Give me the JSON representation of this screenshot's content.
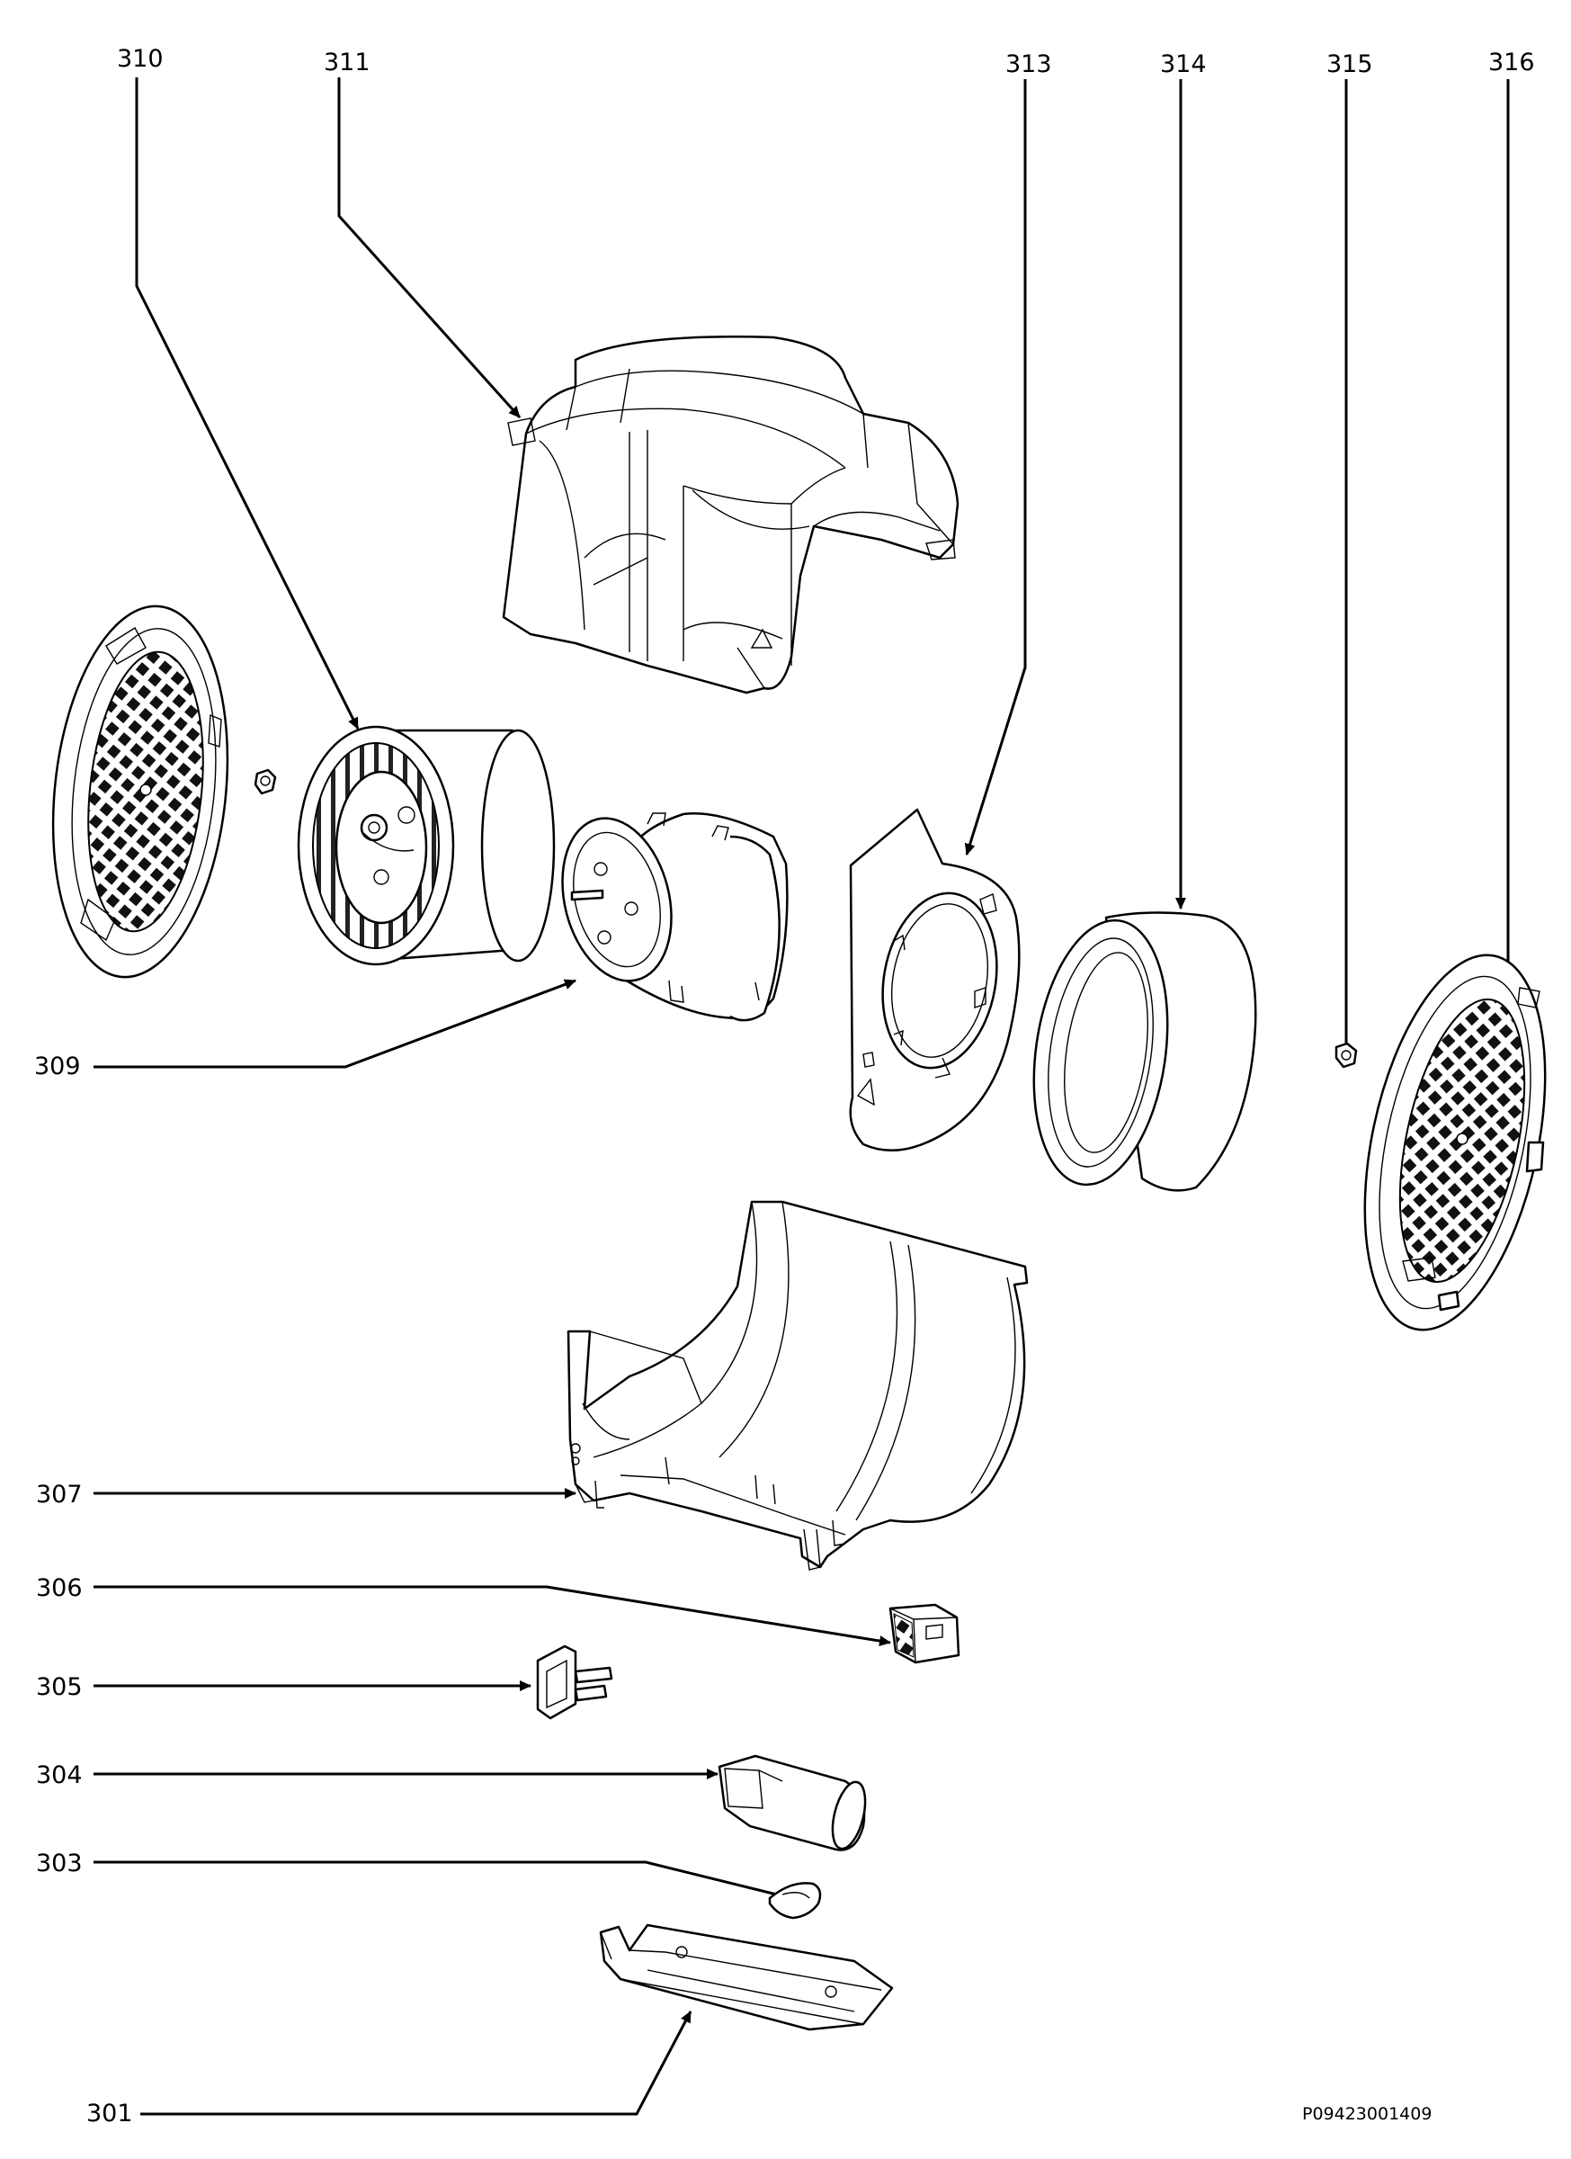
{
  "callouts": {
    "c310": "310",
    "c311": "311",
    "c313": "313",
    "c314": "314",
    "c315": "315",
    "c316": "316",
    "c309": "309",
    "c307": "307",
    "c306": "306",
    "c305": "305",
    "c304": "304",
    "c303": "303",
    "c301": "301"
  },
  "reference_code": "P09423001409"
}
